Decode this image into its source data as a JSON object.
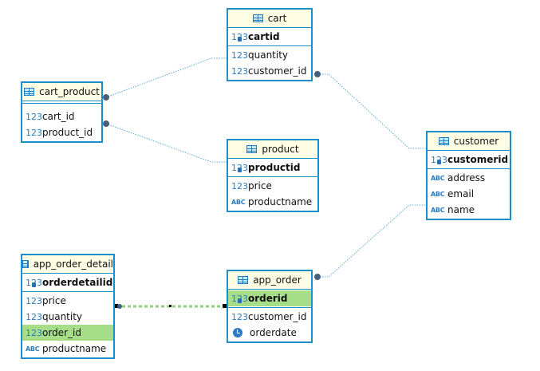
{
  "entities": {
    "cart": {
      "title": "cart",
      "pk": [
        {
          "name": "cartid",
          "type": "123"
        }
      ],
      "attrs": [
        {
          "name": "quantity",
          "type": "123"
        },
        {
          "name": "customer_id",
          "type": "123"
        }
      ]
    },
    "cart_product": {
      "title": "cart_product",
      "attrs": [
        {
          "name": "cart_id",
          "type": "123"
        },
        {
          "name": "product_id",
          "type": "123"
        }
      ]
    },
    "product": {
      "title": "product",
      "pk": [
        {
          "name": "productid",
          "type": "123"
        }
      ],
      "attrs": [
        {
          "name": "price",
          "type": "123"
        },
        {
          "name": "productname",
          "type": "ABC"
        }
      ]
    },
    "customer": {
      "title": "customer",
      "pk": [
        {
          "name": "customerid",
          "type": "123"
        }
      ],
      "attrs": [
        {
          "name": "address",
          "type": "ABC"
        },
        {
          "name": "email",
          "type": "ABC"
        },
        {
          "name": "name",
          "type": "ABC"
        }
      ]
    },
    "app_order_detail": {
      "title": "app_order_detail",
      "pk": [
        {
          "name": "orderdetailid",
          "type": "123"
        }
      ],
      "attrs": [
        {
          "name": "price",
          "type": "123"
        },
        {
          "name": "quantity",
          "type": "123"
        },
        {
          "name": "order_id",
          "type": "123"
        },
        {
          "name": "productname",
          "type": "ABC"
        }
      ]
    },
    "app_order": {
      "title": "app_order",
      "pk": [
        {
          "name": "orderid",
          "type": "123"
        }
      ],
      "attrs": [
        {
          "name": "customer_id",
          "type": "123"
        },
        {
          "name": "orderdate",
          "type": "clock-icon"
        }
      ]
    }
  },
  "colors": {
    "border": "#1c8ec9",
    "header": "#fffde4",
    "highlight": "#a6dd88",
    "link": "#5aa9d6",
    "selected_link": "#8fd07a",
    "endpoint": "#44607a"
  }
}
